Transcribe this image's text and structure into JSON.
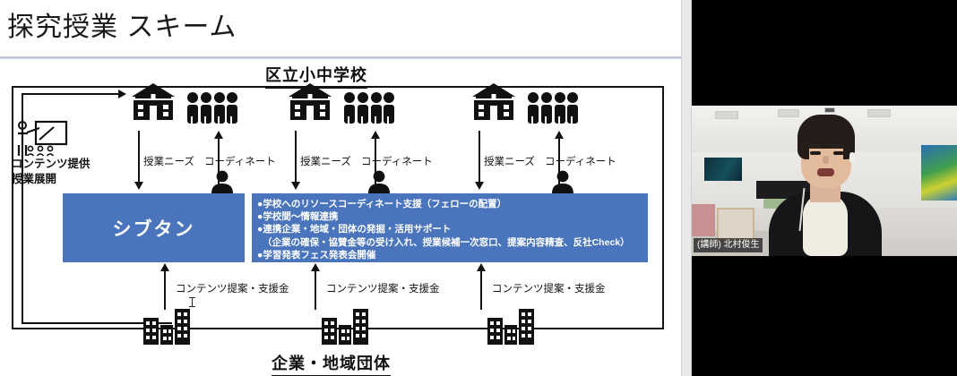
{
  "slide": {
    "title": "探究授業 スキーム",
    "school_heading": "区立小中学校",
    "company_heading": "企業・地域団体",
    "center_box_label": "シブタン",
    "left_label_line1": "コンテンツ提供",
    "left_label_line2": "授業展開",
    "support_bullets": [
      "●学校へのリソースコーディネート支援（フェローの配置）",
      "●学校間～情報連携",
      "●連携企業・地域・団体の発掘・活用サポート",
      "（企業の確保・協賛金等の受け入れ、授業候補一次窓口、提案内容精査、反社Check）",
      "●学習発表フェス発表会開催"
    ],
    "flow_labels": {
      "needs": "授業ニーズ",
      "coordinate": "コーディネート",
      "proposal": "コンテンツ提案・支援金"
    },
    "columns": [
      {
        "needs": "授業ニーズ",
        "coordinate": "コーディネート",
        "proposal": "コンテンツ提案・支援金"
      },
      {
        "needs": "授業ニーズ",
        "coordinate": "コーディネート",
        "proposal": "コンテンツ提案・支援金"
      },
      {
        "needs": "授業ニーズ",
        "coordinate": "コーディネート",
        "proposal": "コンテンツ提案・支援金"
      }
    ],
    "colors": {
      "accent_blue": "#4a75bc",
      "rule": "#b8c0dd",
      "ink": "#111111"
    },
    "icons": {
      "school": "school-icon",
      "students": "students-group-icon",
      "person": "person-icon",
      "teacher_board": "teacher-whiteboard-icon",
      "buildings": "buildings-icon"
    }
  },
  "video": {
    "participant_name": "(講師) 北村俊生",
    "background_color": "#000000"
  }
}
